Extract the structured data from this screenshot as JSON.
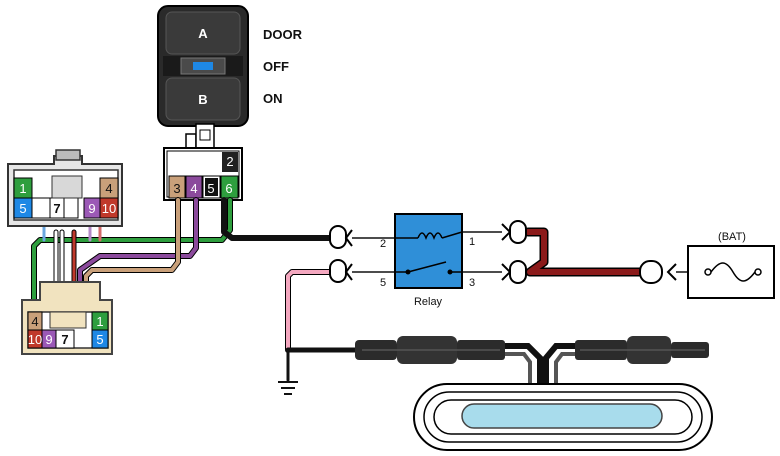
{
  "switch": {
    "button_a": "A",
    "button_b": "B",
    "positions": [
      "DOOR",
      "OFF",
      "ON"
    ],
    "indicator_color": "#1e88e5"
  },
  "switch_connector": {
    "pins": [
      "3",
      "4",
      "5",
      "6",
      "2"
    ]
  },
  "left_connector": {
    "pins_top": [
      "1",
      "4"
    ],
    "pins_bottom": [
      "5",
      "7",
      "9",
      "10"
    ]
  },
  "lower_connector": {
    "pins": [
      "4",
      "1",
      "10",
      "9",
      "7",
      "5"
    ]
  },
  "relay": {
    "label": "Relay",
    "pins": [
      "2",
      "1",
      "5",
      "3"
    ],
    "color": "#2f8fd8"
  },
  "battery": {
    "label": "(BAT)"
  },
  "wire_colors": {
    "green": "#2e9e3e",
    "purple": "#8b4a9c",
    "tan": "#c9a07a",
    "red": "#8b1a1a",
    "pink": "#f4a8c0",
    "black": "#111111"
  }
}
